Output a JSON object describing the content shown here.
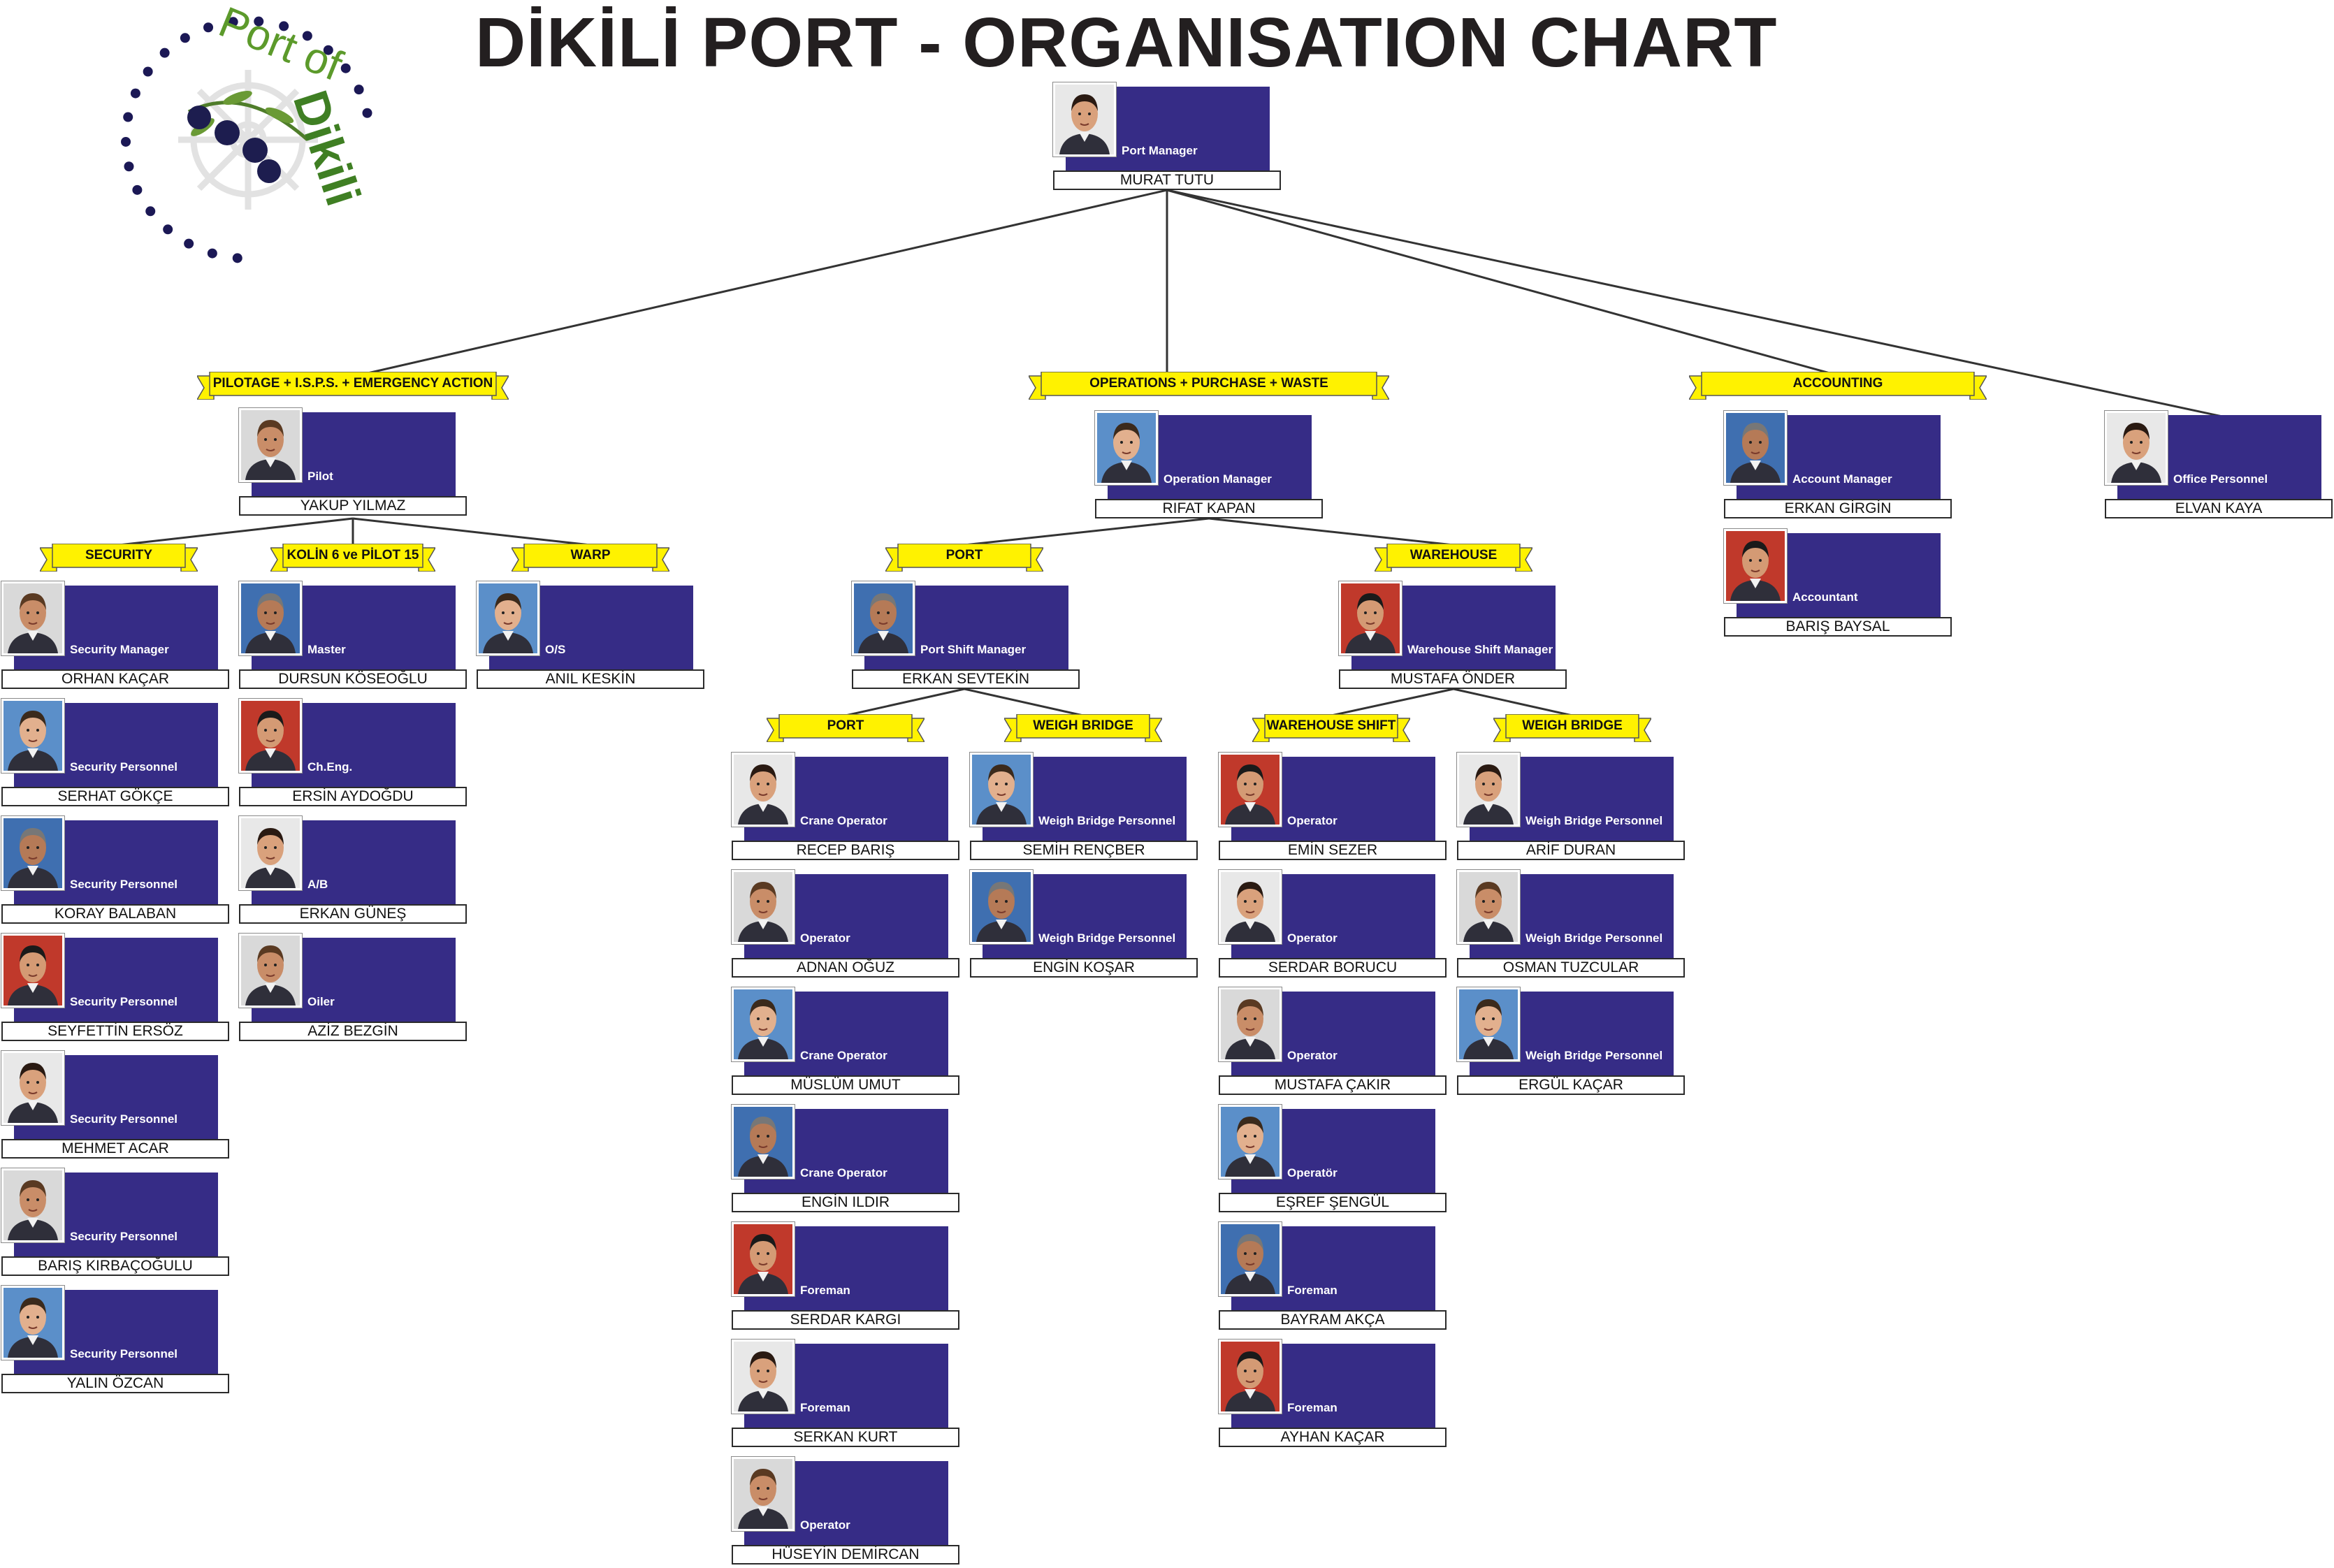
{
  "title": "DİKİLİ PORT - ORGANISATION CHART",
  "logo": {
    "text_top": "Port of",
    "text_side": "Dikili",
    "icon": "ship-wheel-olive-logo"
  },
  "colors": {
    "card": "#362c86",
    "banner": "#fff200",
    "photo_bg": "#d9d9d9"
  },
  "banners": {
    "pilotage": "PILOTAGE + I.S.P.S. + EMERGENCY ACTION",
    "operations": "OPERATIONS + PURCHASE + WASTE",
    "accounting": "ACCOUNTING",
    "security": "SECURITY",
    "kolin": "KOLİN 6 ve PİLOT 15",
    "warp": "WARP",
    "port": "PORT",
    "warehouse": "WAREHOUSE",
    "port_sub": "PORT",
    "weigh_bridge_port": "WEIGH BRIDGE",
    "warehouse_shift": "WAREHOUSE SHIFT",
    "weigh_bridge_wh": "WEIGH BRIDGE"
  },
  "staff": {
    "port_manager": {
      "role": "Port Manager",
      "name": "MURAT TUTU"
    },
    "pilot": {
      "role": "Pilot",
      "name": "YAKUP YILMAZ"
    },
    "operation_manager": {
      "role": "Operation Manager",
      "name": "RIFAT KAPAN"
    },
    "account_manager": {
      "role": "Account Manager",
      "name": "ERKAN GİRGİN"
    },
    "accountant": {
      "role": "Accountant",
      "name": "BARIŞ BAYSAL"
    },
    "office_personnel": {
      "role": "Office Personnel",
      "name": "ELVAN KAYA"
    },
    "security": [
      {
        "role": "Security Manager",
        "name": "ORHAN KAÇAR"
      },
      {
        "role": "Security Personnel",
        "name": "SERHAT GÖKÇE"
      },
      {
        "role": "Security Personnel",
        "name": "KORAY BALABAN"
      },
      {
        "role": "Security Personnel",
        "name": "SEYFETTİN ERSÖZ"
      },
      {
        "role": "Security Personnel",
        "name": "MEHMET ACAR"
      },
      {
        "role": "Security Personnel",
        "name": "BARIŞ KIRBAÇOĞULU"
      },
      {
        "role": "Security Personnel",
        "name": "YALIN ÖZCAN"
      }
    ],
    "kolin": [
      {
        "role": "Master",
        "name": "DURSUN KÖSEOĞLU"
      },
      {
        "role": "Ch.Eng.",
        "name": "ERSİN AYDOĞDU"
      },
      {
        "role": "A/B",
        "name": "ERKAN GÜNEŞ"
      },
      {
        "role": "Oiler",
        "name": "AZİZ BEZGİN"
      }
    ],
    "warp": [
      {
        "role": "O/S",
        "name": "ANIL KESKİN"
      }
    ],
    "port_shift_manager": {
      "role": "Port Shift Manager",
      "name": "ERKAN SEVTEKİN"
    },
    "warehouse_shift_manager": {
      "role": "Warehouse Shift Manager",
      "name": "MUSTAFA ÖNDER"
    },
    "port": [
      {
        "role": "Crane Operator",
        "name": "RECEP BARIŞ"
      },
      {
        "role": "Operator",
        "name": "ADNAN OĞUZ"
      },
      {
        "role": "Crane Operator",
        "name": "MÜSLÜM UMUT"
      },
      {
        "role": "Crane Operator",
        "name": "ENGİN ILDIR"
      },
      {
        "role": "Foreman",
        "name": "SERDAR KARGI"
      },
      {
        "role": "Foreman",
        "name": "SERKAN KURT"
      },
      {
        "role": "Operator",
        "name": "HÜSEYİN DEMİRCAN"
      }
    ],
    "weigh_bridge_port": [
      {
        "role": "Weigh Bridge Personnel",
        "name": "SEMİH RENÇBER"
      },
      {
        "role": "Weigh Bridge Personnel",
        "name": "ENGİN KOŞAR"
      }
    ],
    "warehouse_shift": [
      {
        "role": "Operator",
        "name": "EMİN SEZER"
      },
      {
        "role": "Operator",
        "name": "SERDAR BORUCU"
      },
      {
        "role": "Operator",
        "name": "MUSTAFA ÇAKIR"
      },
      {
        "role": "Operatör",
        "name": "EŞREF ŞENGÜL"
      },
      {
        "role": "Foreman",
        "name": "BAYRAM AKÇA"
      },
      {
        "role": "Foreman",
        "name": "AYHAN KAÇAR"
      }
    ],
    "weigh_bridge_wh": [
      {
        "role": "Weigh Bridge Personnel",
        "name": "ARİF DURAN"
      },
      {
        "role": "Weigh Bridge Personnel",
        "name": "OSMAN TUZCULAR"
      },
      {
        "role": "Weigh Bridge Personnel",
        "name": "ERGÜL KAÇAR"
      }
    ]
  }
}
